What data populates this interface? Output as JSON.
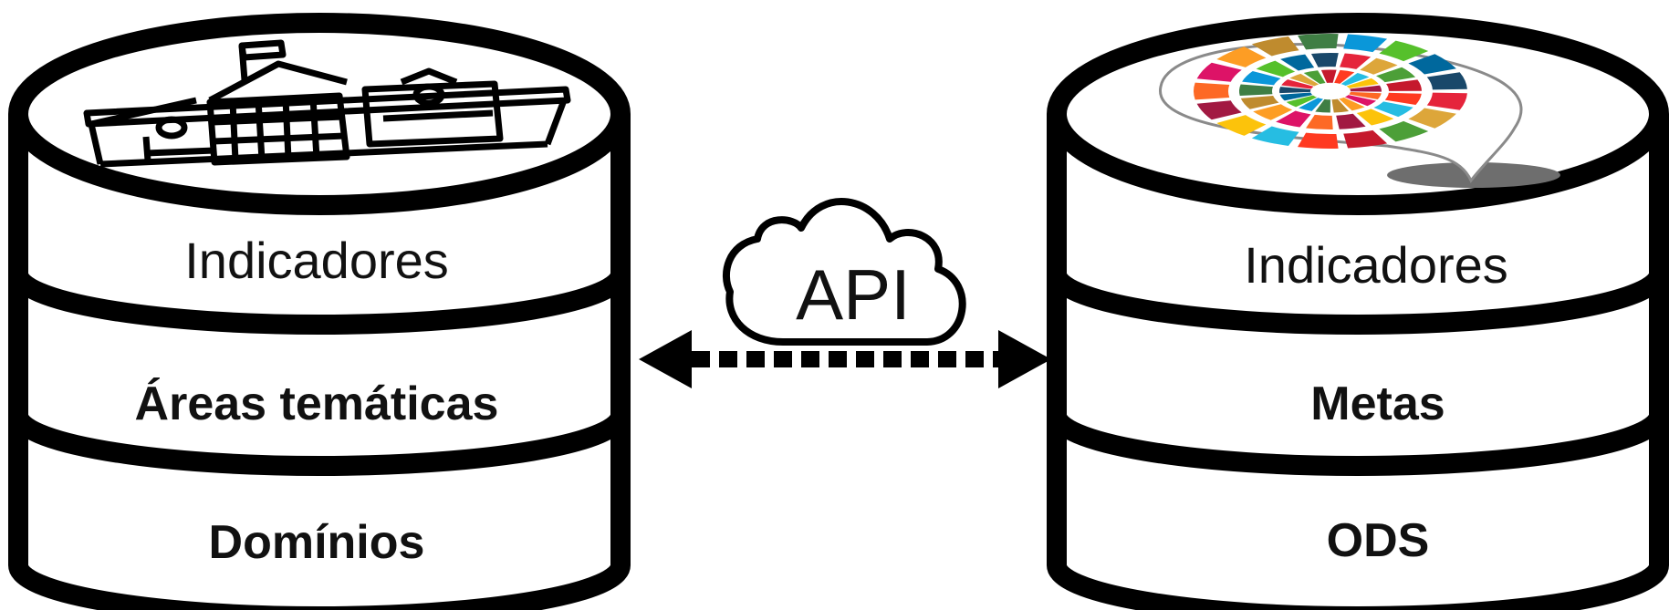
{
  "left_db": {
    "layers": [
      "Indicadores",
      "Áreas temáticas",
      "Domínios"
    ],
    "top_icon": "building-icon"
  },
  "right_db": {
    "layers": [
      "Indicadores",
      "Metas",
      "ODS"
    ],
    "top_icon": "sdg-wheel-pin-icon"
  },
  "connector": {
    "label": "API",
    "icon": "cloud-icon",
    "style": "dashed-double-arrow"
  },
  "sdg_colors": [
    "#e5243b",
    "#dda63a",
    "#4c9f38",
    "#c5192d",
    "#ff3a21",
    "#26bde2",
    "#fcc30b",
    "#a21942",
    "#fd6925",
    "#dd1367",
    "#fd9d24",
    "#bf8b2e",
    "#3f7e44",
    "#0a97d9",
    "#56c02b",
    "#00689d",
    "#19486a"
  ]
}
